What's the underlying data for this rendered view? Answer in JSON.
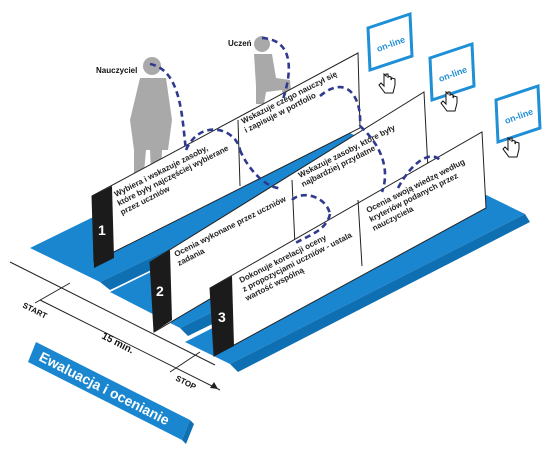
{
  "roles": {
    "teacher": "Nauczyciel",
    "student": "Uczeń"
  },
  "stages": [
    {
      "number": "1",
      "front_text": [
        "Wybiera i wskazuje zasoby,",
        "które były najczęściej wybierane",
        "przez uczniów"
      ],
      "back_text": [
        "Wskazuje czego nauczył się",
        "i zapisuje w portfolio"
      ]
    },
    {
      "number": "2",
      "front_text": [
        "Ocenia wykonane przez uczniów",
        "zadania"
      ],
      "back_text": [
        "Wskazuje zasoby, które były",
        "najbardziej przydatne"
      ]
    },
    {
      "number": "3",
      "front_text": [
        "Dokonuje korelacji oceny",
        "z propozycjami uczniów - ustala",
        "wartość wspólną"
      ],
      "back_text": [
        "Ocenia swoją wiedzę według",
        "kryteriów podanych przez",
        "nauczyciela"
      ]
    }
  ],
  "online_badges": [
    "on-line",
    "on-line",
    "on-line"
  ],
  "timeline": {
    "start": "START",
    "stop": "STOP",
    "duration": "15 min."
  },
  "banner": "Ewaluacja i ocenianie",
  "colors": {
    "accent": "#1a86d0",
    "accent_dark": "#0f6fb3",
    "panel_dark": "#1b1b1b",
    "dashed_arc": "#2f3a8f",
    "figure": "#a9a9a9"
  }
}
